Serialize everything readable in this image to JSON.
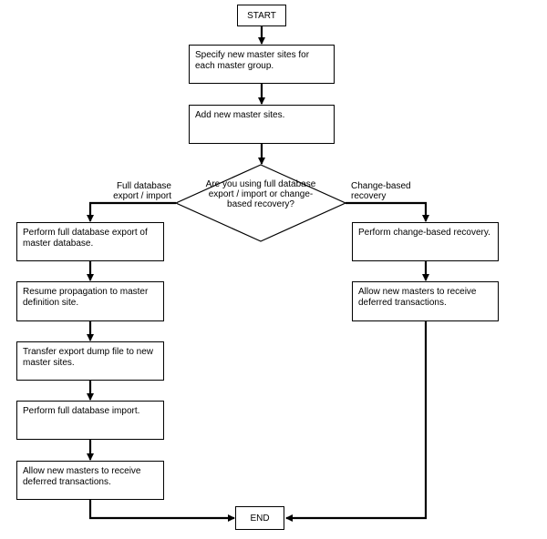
{
  "nodes": {
    "start": "START",
    "specify": "Specify new master sites for each master group.",
    "add": "Add new master sites.",
    "decision": "Are you using full database export / import or change-based recovery?",
    "perform_export": "Perform full database export of master database.",
    "resume": "Resume propagation to master definition site.",
    "transfer": "Transfer export dump file to new master sites.",
    "perform_import": "Perform full database import.",
    "allow_left": "Allow new masters to receive deferred transactions.",
    "perform_change": "Perform change-based recovery.",
    "allow_right": "Allow new masters to receive deferred transactions.",
    "end": "END"
  },
  "branches": {
    "left": "Full database export / import",
    "right": "Change-based recovery"
  }
}
